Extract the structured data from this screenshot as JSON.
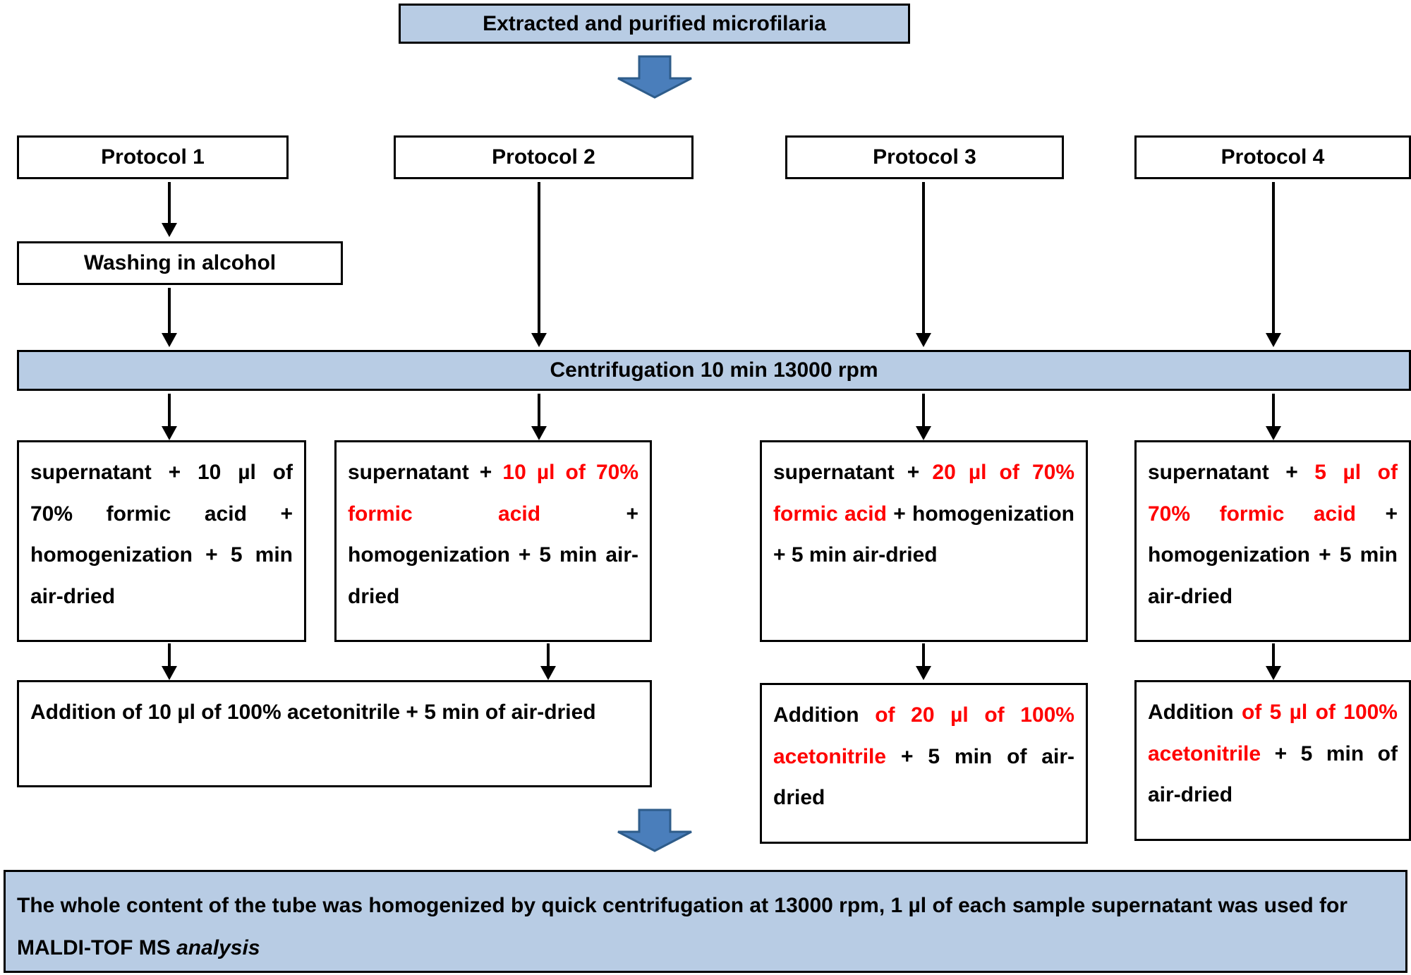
{
  "colors": {
    "banner_fill": "#b8cce4",
    "big_arrow_fill": "#4a7ebb",
    "big_arrow_stroke": "#2e5c8a",
    "highlight_text": "#ff0000",
    "box_border": "#000000",
    "text": "#000000"
  },
  "top": {
    "title": "Extracted and purified microfilaria"
  },
  "protocols": [
    {
      "label": "Protocol 1"
    },
    {
      "label": "Protocol 2"
    },
    {
      "label": "Protocol 3"
    },
    {
      "label": "Protocol 4"
    }
  ],
  "washing": {
    "label": "Washing in alcohol"
  },
  "centrifugation": {
    "label": "Centrifugation 10 min 13000 rpm"
  },
  "supernatant_boxes": [
    {
      "protocol": "Protocol 1",
      "segments": [
        {
          "text": "supernatant + 10 µl of 70% formic acid + homogenization + 5 min air-dried",
          "color": "black"
        }
      ]
    },
    {
      "protocol": "Protocol 2",
      "segments": [
        {
          "text": "supernatant + ",
          "color": "black"
        },
        {
          "text": "10 µl of 70% formic acid",
          "color": "red"
        },
        {
          "text": " + homogenization + 5 min air-dried",
          "color": "black"
        }
      ]
    },
    {
      "protocol": "Protocol 3",
      "segments": [
        {
          "text": "supernatant + ",
          "color": "black"
        },
        {
          "text": "20 µl of 70% formic acid",
          "color": "red"
        },
        {
          "text": " + homogenization + 5 min air-dried",
          "color": "black"
        }
      ]
    },
    {
      "protocol": "Protocol 4",
      "segments": [
        {
          "text": "supernatant + ",
          "color": "black"
        },
        {
          "text": "5 µl of 70% formic acid",
          "color": "red"
        },
        {
          "text": " + homogenization + 5 min air-dried",
          "color": "black"
        }
      ]
    }
  ],
  "acetonitrile_boxes": [
    {
      "spans_protocols": "Protocol 1 and Protocol 2",
      "segments": [
        {
          "text": "Addition of 10 µl of 100% acetonitrile + 5 min of air-dried",
          "color": "black"
        }
      ]
    },
    {
      "spans_protocols": "Protocol 3",
      "segments": [
        {
          "text": "Addition ",
          "color": "black"
        },
        {
          "text": "of 20 µl of 100% acetonitrile",
          "color": "red"
        },
        {
          "text": " + 5 min of air-dried",
          "color": "black"
        }
      ]
    },
    {
      "spans_protocols": "Protocol 4",
      "segments": [
        {
          "text": "Addition ",
          "color": "black"
        },
        {
          "text": "of 5 µl of 100% acetonitrile",
          "color": "red"
        },
        {
          "text": " + 5 min of air-dried",
          "color": "black"
        }
      ]
    }
  ],
  "footer": {
    "line1_plain": "The whole content of the tube was homogenized by quick centrifugation at 13000 rpm, 1 µl of each sample supernatant was used for MALDI-TOF MS ",
    "line1_italic": "analysis"
  },
  "icons": {
    "down_arrow": "down-arrow-icon",
    "big_down_arrow": "big-down-arrow-icon"
  }
}
